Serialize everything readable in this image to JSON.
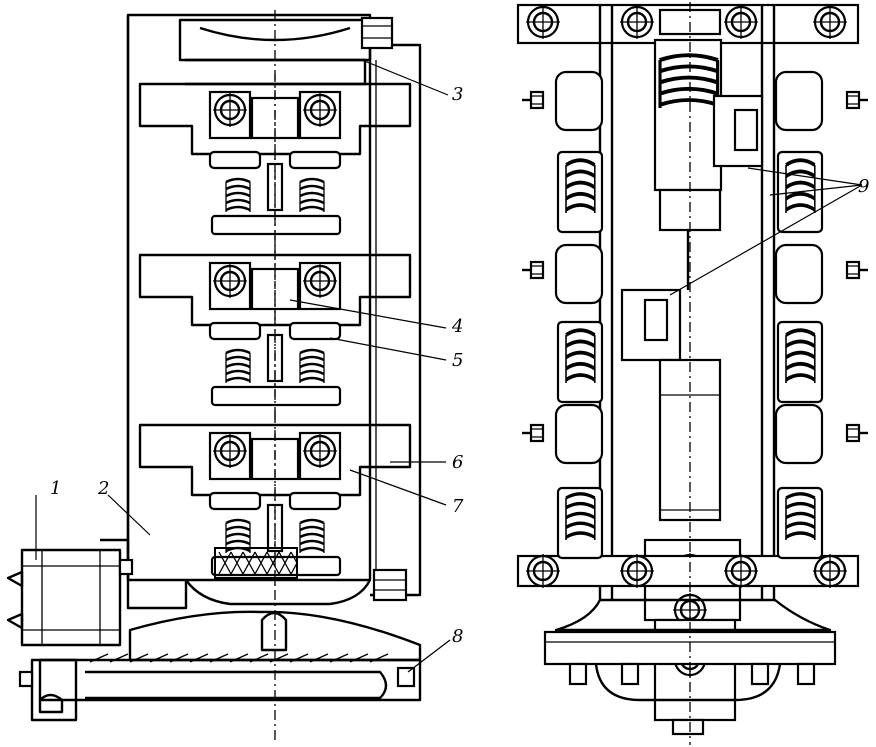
{
  "figure": {
    "callouts": [
      "1",
      "2",
      "3",
      "4",
      "5",
      "6",
      "7",
      "8",
      "9"
    ]
  }
}
